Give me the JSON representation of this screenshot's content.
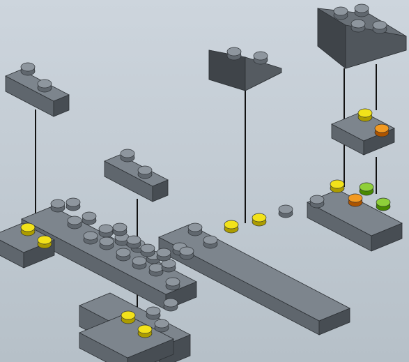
{
  "colors": {
    "background_top": "#cdd5dd",
    "background_bottom": "#b6c0c8",
    "brick_top": "#7d858d",
    "brick_left": "#5f666d",
    "brick_right": "#474d53",
    "stud_top": "#8e969e",
    "stud_side": "#60676e",
    "slope_face": "#6a7178",
    "slope_dark": "#3f4449",
    "stud_yellow": "#f2e21a",
    "stud_orange": "#f29a22",
    "stud_green": "#8fcf3a",
    "connector_line": "#111111"
  },
  "diagram": {
    "type": "exploded-assembly",
    "description_elements": {
      "floating_parts": [
        "plate-1x2-left",
        "plate-1x2-center",
        "slope-2x2-center",
        "slope-2x4-right",
        "plate-1x2-right"
      ],
      "base_assembly": "baseplate-assembly",
      "marker_colors": [
        "yellow",
        "orange",
        "green"
      ]
    }
  }
}
